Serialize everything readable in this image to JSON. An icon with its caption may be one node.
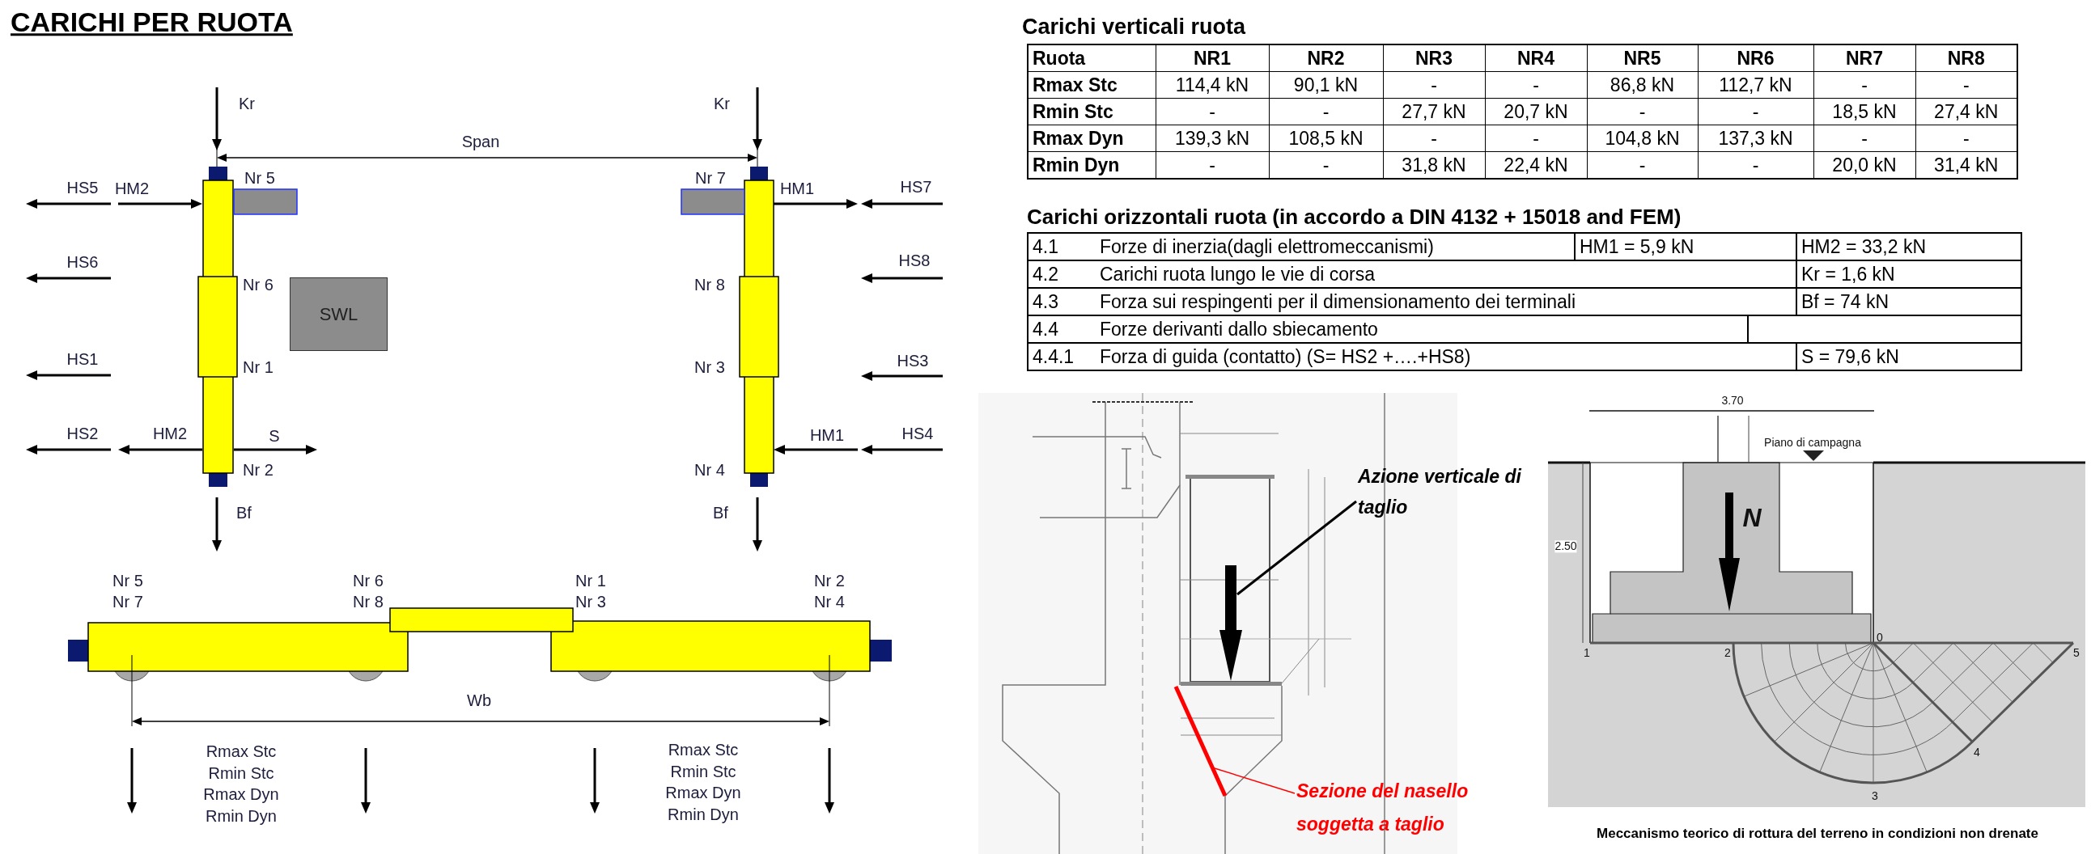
{
  "diagram": {
    "title": "CARICHI PER RUOTA",
    "caption": "Meccanismo teorico di rottura del terreno in condizioni non drenate",
    "nodes": [
      {
        "text": [
          "SWL"
        ]
      },
      {
        "text": [
          "Azione verticale di taglio"
        ]
      },
      {
        "text": [],
        "shape": "arrow"
      },
      {
        "text": [
          "Sezione del nasello soggetta a taglio"
        ]
      },
      {
        "text": [],
        "shape": "line"
      }
    ],
    "edges": [
      {
        "from": 1,
        "to": 2,
        "arrow": "none"
      },
      {
        "from": 3,
        "to": 4,
        "arrow": "none",
        "color": "#ff0000"
      }
    ],
    "labels": [
      "Kr",
      "Kr",
      "Span",
      "HS5",
      "HM2",
      "Nr 5",
      "Nr 7",
      "HM1",
      "HS7",
      "HS6",
      "Nr 6",
      "Nr 8",
      "HS8",
      "HS1",
      "Nr 1",
      "Nr 3",
      "HS3",
      "HS2",
      "HM2",
      "S",
      "Nr 2",
      "Nr 4",
      "HM1",
      "HS4",
      "Bf",
      "Bf",
      "Nr 5",
      "Nr 6",
      "Nr 1",
      "Nr 2",
      "Nr 7",
      "Nr 8",
      "Nr 3",
      "Nr 4",
      "Wb",
      "Rmax Stc",
      "Rmax Stc",
      "Rmin Stc",
      "Rmin Stc",
      "Rmax Dyn",
      "Rmax Dyn",
      "Rmin Dyn",
      "Rmin Dyn",
      "Carichi verticali ruota",
      "Ruota",
      "NR1",
      "NR2",
      "NR3",
      "NR4",
      "NR5",
      "NR6",
      "NR7",
      "NR8",
      "Rmax Stc",
      "114,4 kN",
      "90,1 kN",
      "-",
      "-",
      "86,8 kN",
      "112,7 kN",
      "-",
      "-",
      "Rmin Stc",
      "-",
      "-",
      "27,7 kN",
      "20,7 kN",
      "-",
      "-",
      "18,5 kN",
      "27,4 kN",
      "Rmax Dyn",
      "139,3 kN",
      "108,5 kN",
      "-",
      "-",
      "104,8 kN",
      "137,3 kN",
      "-",
      "-",
      "Rmin Dyn",
      "-",
      "-",
      "31,8 kN",
      "22,4 kN",
      "-",
      "-",
      "20,0 kN",
      "31,4 kN",
      "Carichi orizzontali ruota (in accordo a DIN 4132 + 15018 and FEM)",
      "4.1",
      "Forze di inerzia(dagli elettromeccanismi)",
      "HM1 = 5,9 kN",
      "HM2 = 33,2 kN",
      "4.2",
      "Carichi ruota lungo le vie di corsa",
      "Kr = 1,6 kN",
      "4.3",
      "Forza sui respingenti per il dimensionamento dei terminali",
      "Bf = 74 kN",
      "4.4",
      "Forze derivanti dallo sbiecamento",
      "4.4.1",
      "Forza di guida (contatto) (S= HS2 +….+HS8)",
      "S = 79,6 kN",
      "3.70",
      "Piano di campagna",
      "2.50",
      "N",
      "0",
      "1",
      "2",
      "5",
      "4",
      "3"
    ]
  }
}
